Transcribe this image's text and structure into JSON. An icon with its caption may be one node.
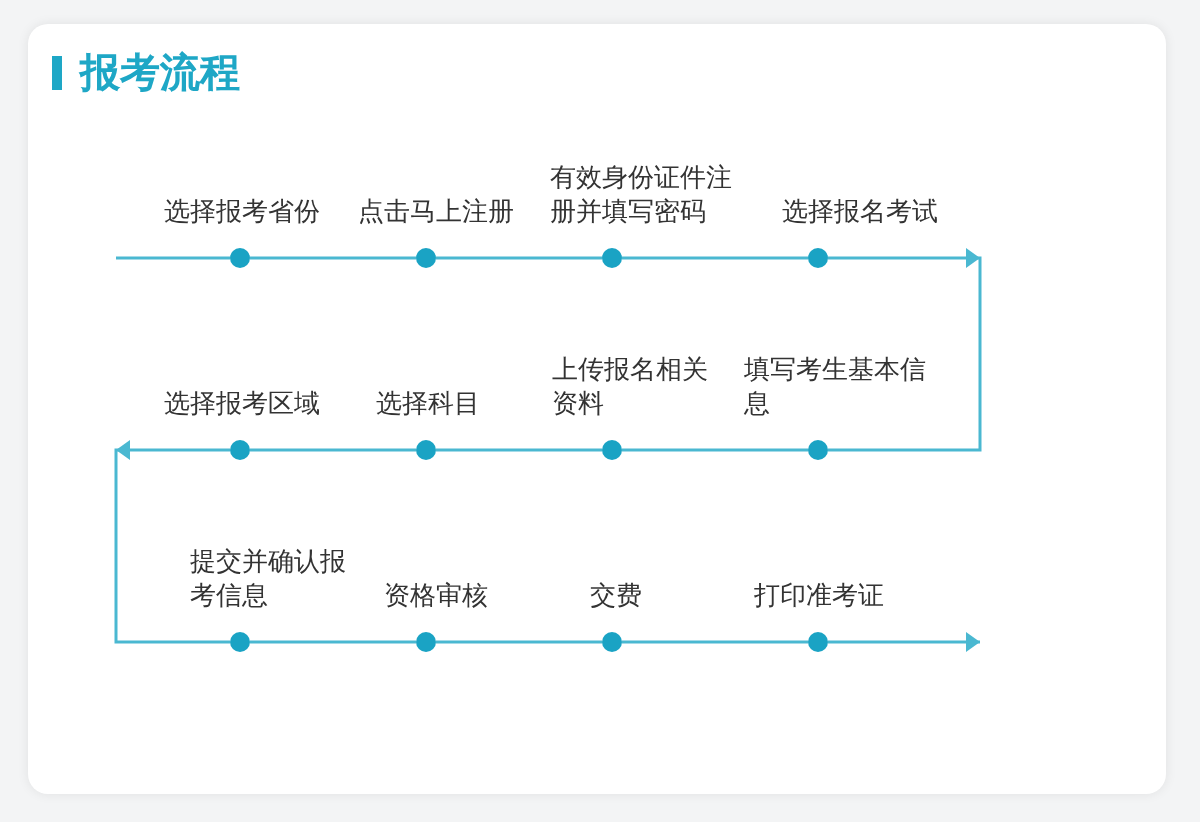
{
  "diagram": {
    "title": "报考流程",
    "nodes": [
      {
        "text": [
          "选择报考省份"
        ]
      },
      {
        "text": [
          "点击马上注册"
        ]
      },
      {
        "text": [
          "有效身份证件注册并填写密码"
        ]
      },
      {
        "text": [
          "选择报名考试"
        ]
      },
      {
        "text": [
          "填写考生基本信息"
        ]
      },
      {
        "text": [
          "上传报名相关资料"
        ]
      },
      {
        "text": [
          "选择科目"
        ]
      },
      {
        "text": [
          "选择报考区域"
        ]
      },
      {
        "text": [
          "提交并确认报考信息"
        ]
      },
      {
        "text": [
          "资格审核"
        ]
      },
      {
        "text": [
          "交费"
        ]
      },
      {
        "text": [
          "打印准考证"
        ]
      }
    ],
    "edges": [
      {
        "from": null,
        "to": 0,
        "arrow": "none"
      },
      {
        "from": 0,
        "to": 1,
        "arrow": "none"
      },
      {
        "from": 1,
        "to": 2,
        "arrow": "none"
      },
      {
        "from": 2,
        "to": 3,
        "arrow": "none"
      },
      {
        "from": 3,
        "to": 4,
        "arrow": "to"
      },
      {
        "from": 4,
        "to": 5,
        "arrow": "none"
      },
      {
        "from": 5,
        "to": 6,
        "arrow": "none"
      },
      {
        "from": 6,
        "to": 7,
        "arrow": "none"
      },
      {
        "from": 7,
        "to": 8,
        "arrow": "to"
      },
      {
        "from": 8,
        "to": 9,
        "arrow": "none"
      },
      {
        "from": 9,
        "to": 10,
        "arrow": "none"
      },
      {
        "from": 10,
        "to": 11,
        "arrow": "none"
      },
      {
        "from": 11,
        "to": null,
        "arrow": "to"
      }
    ]
  }
}
